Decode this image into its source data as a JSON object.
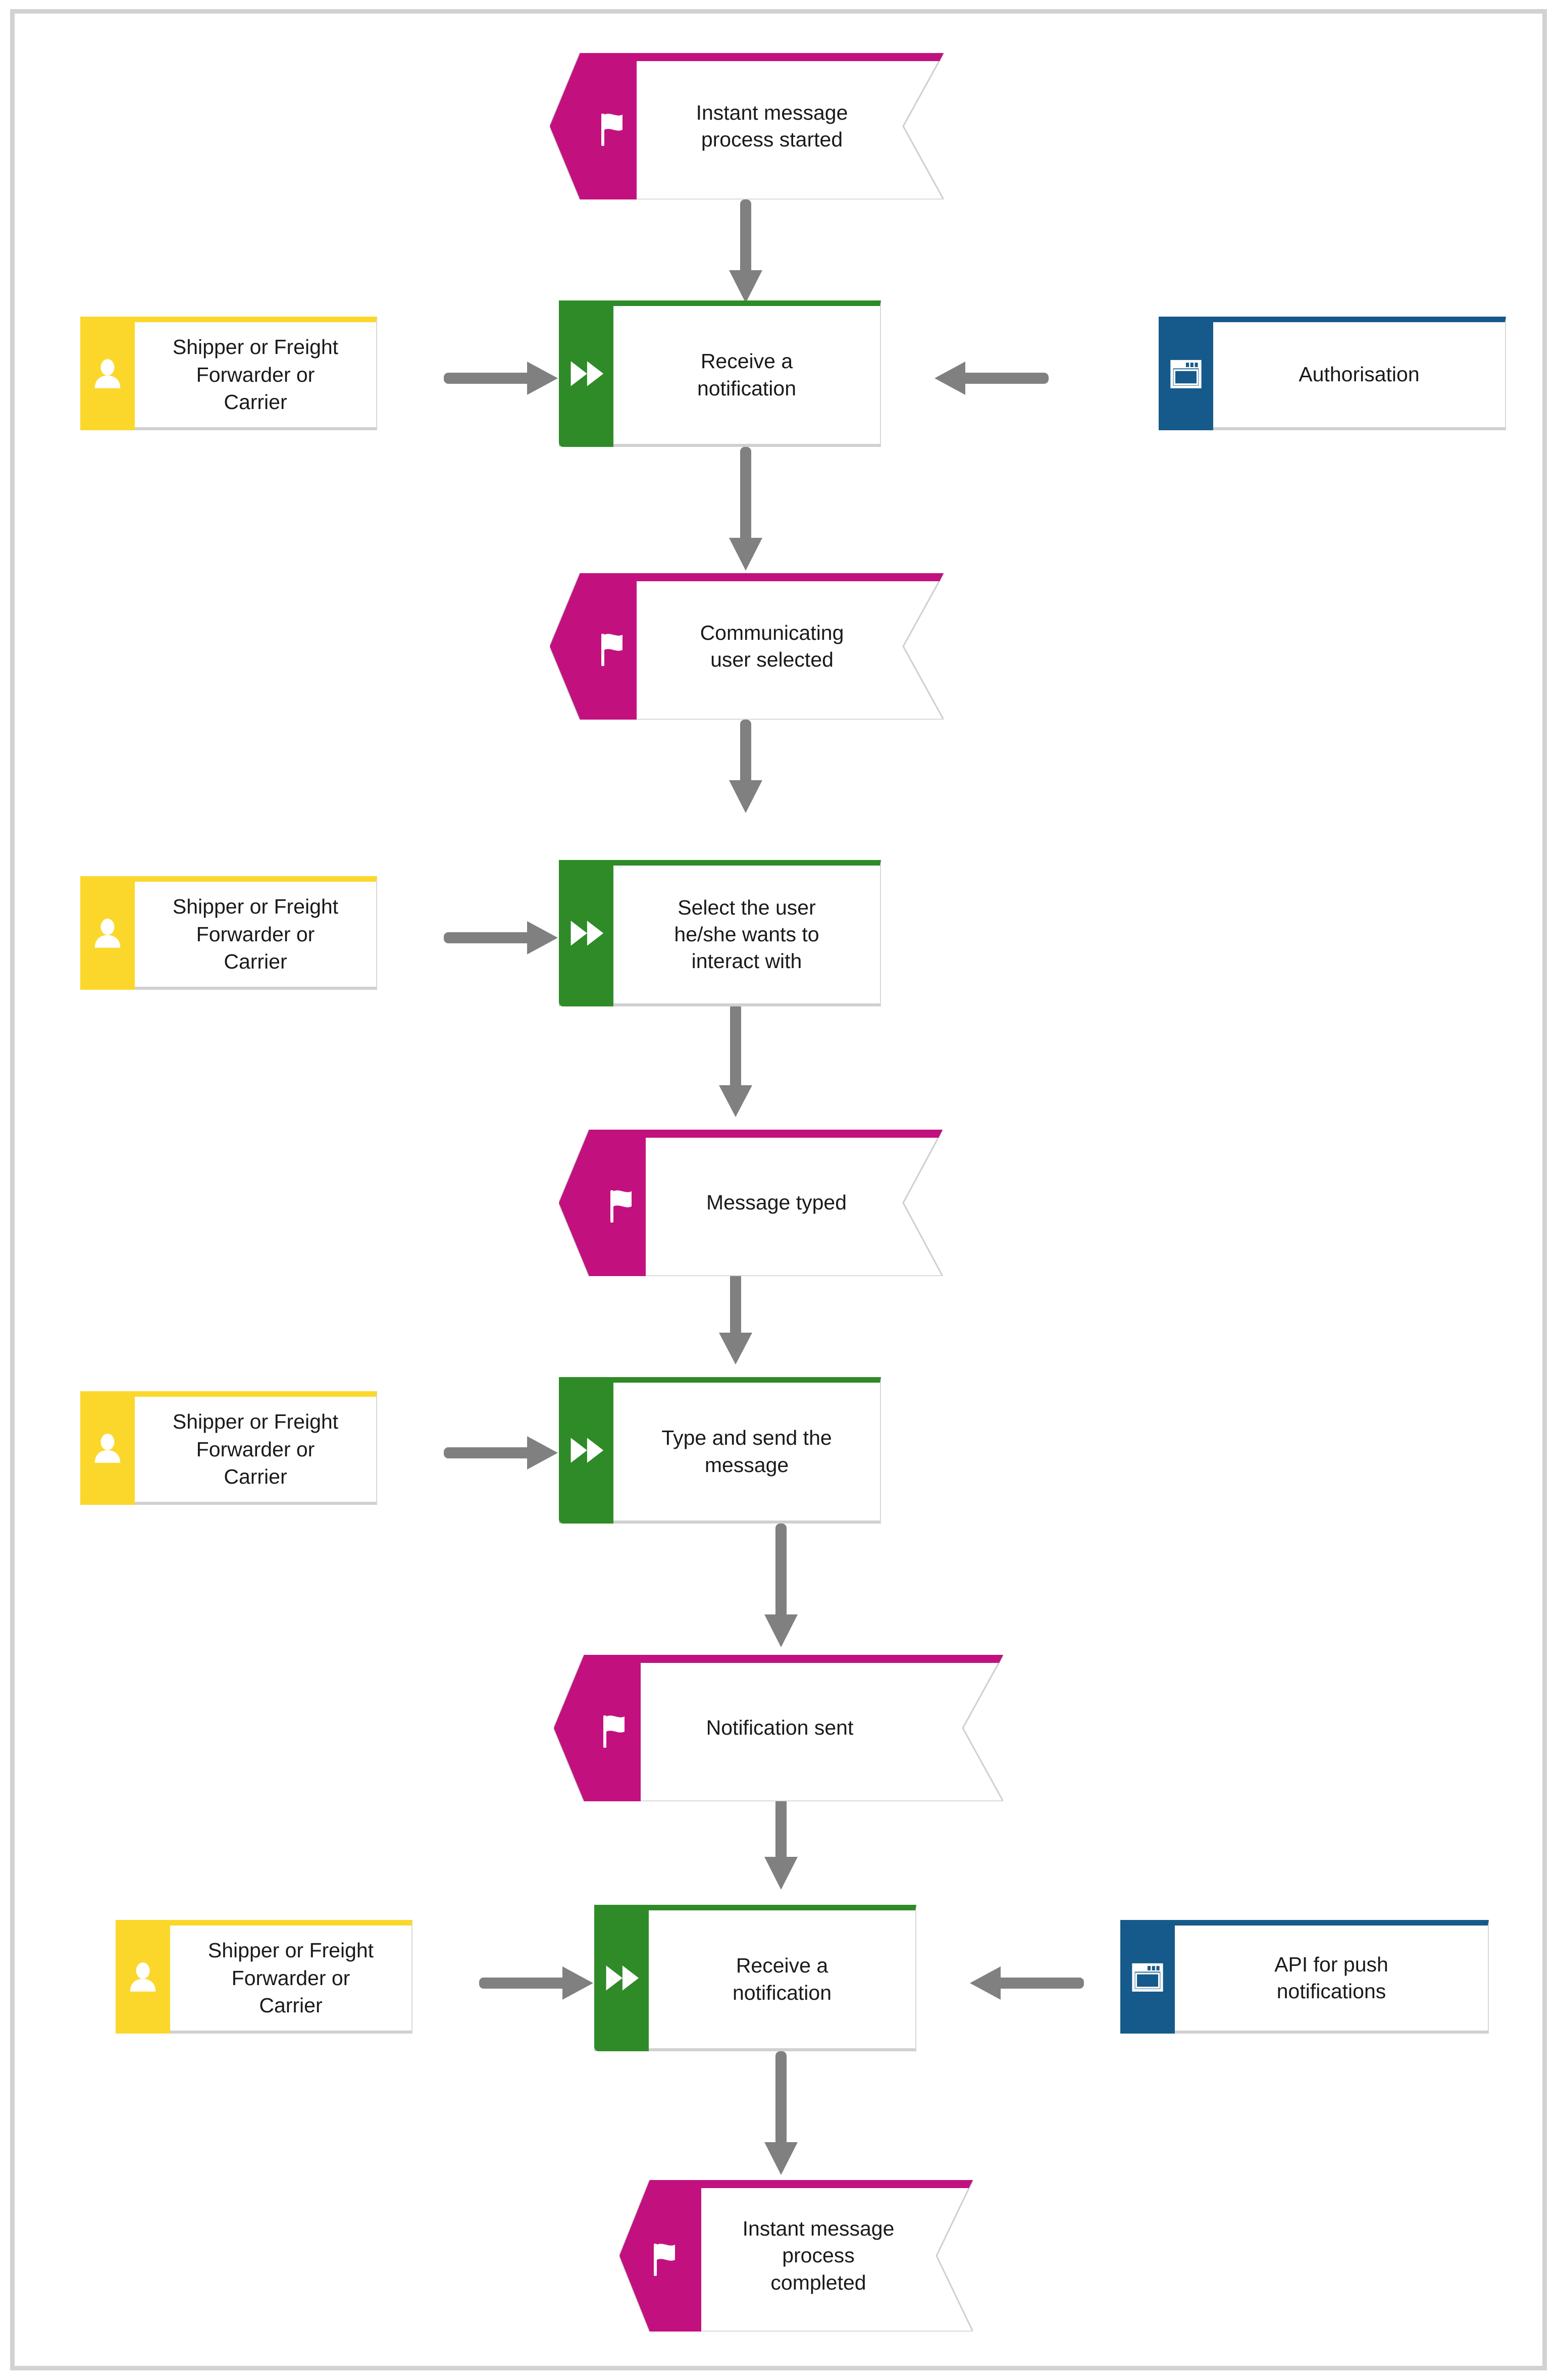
{
  "diagram": {
    "title": "Instant message process",
    "type": "bpmn-style process flow",
    "colors": {
      "event": "#c2117f",
      "activity": "#2e8b28",
      "role": "#fbd72b",
      "system": "#155a8a",
      "connector": "#808080",
      "frame": "#d2d2d2",
      "canvas": "#ffffff",
      "text": "#1a1a1a"
    }
  },
  "nodes": {
    "event_start": {
      "label": "Instant message\nprocess started",
      "kind": "event",
      "icon": "flag-icon"
    },
    "activity_receive_1": {
      "label": "Receive a\nnotification",
      "kind": "activity",
      "icon": "double-chevron-icon"
    },
    "role_1": {
      "label": "Shipper or Freight\nForwarder or\nCarrier",
      "kind": "role",
      "icon": "user-icon"
    },
    "system_authorisation": {
      "label": "Authorisation",
      "kind": "system",
      "icon": "application-window-icon"
    },
    "event_user_selected": {
      "label": "Communicating\nuser selected",
      "kind": "event",
      "icon": "flag-icon"
    },
    "activity_select_user": {
      "label": "Select the user\nhe/she wants to\ninteract with",
      "kind": "activity",
      "icon": "double-chevron-icon"
    },
    "role_2": {
      "label": "Shipper or Freight\nForwarder or\nCarrier",
      "kind": "role",
      "icon": "user-icon"
    },
    "event_message_typed": {
      "label": "Message typed",
      "kind": "event",
      "icon": "flag-icon"
    },
    "activity_type_send": {
      "label": "Type and send the\nmessage",
      "kind": "activity",
      "icon": "double-chevron-icon"
    },
    "role_3": {
      "label": "Shipper or Freight\nForwarder or\nCarrier",
      "kind": "role",
      "icon": "user-icon"
    },
    "event_notification_sent": {
      "label": "Notification sent",
      "kind": "event",
      "icon": "flag-icon"
    },
    "activity_receive_2": {
      "label": "Receive a\nnotification",
      "kind": "activity",
      "icon": "double-chevron-icon"
    },
    "role_4": {
      "label": "Shipper or Freight\nForwarder or\nCarrier",
      "kind": "role",
      "icon": "user-icon"
    },
    "system_api_push": {
      "label": "API for push\nnotifications",
      "kind": "system",
      "icon": "application-window-icon"
    },
    "event_end": {
      "label": "Instant message\nprocess\ncompleted",
      "kind": "event",
      "icon": "flag-icon"
    }
  },
  "connectors": [
    {
      "id": "c1",
      "from": "event_start",
      "to": "activity_receive_1",
      "direction": "down"
    },
    {
      "id": "c2",
      "from": "role_1",
      "to": "activity_receive_1",
      "direction": "right"
    },
    {
      "id": "c3",
      "from": "system_authorisation",
      "to": "activity_receive_1",
      "direction": "left"
    },
    {
      "id": "c4",
      "from": "activity_receive_1",
      "to": "event_user_selected",
      "direction": "down"
    },
    {
      "id": "c5",
      "from": "event_user_selected",
      "to": "activity_select_user",
      "direction": "down"
    },
    {
      "id": "c6",
      "from": "role_2",
      "to": "activity_select_user",
      "direction": "right"
    },
    {
      "id": "c7",
      "from": "activity_select_user",
      "to": "event_message_typed",
      "direction": "down"
    },
    {
      "id": "c8",
      "from": "event_message_typed",
      "to": "activity_type_send",
      "direction": "down"
    },
    {
      "id": "c9",
      "from": "role_3",
      "to": "activity_type_send",
      "direction": "right"
    },
    {
      "id": "c10",
      "from": "activity_type_send",
      "to": "event_notification_sent",
      "direction": "down"
    },
    {
      "id": "c11",
      "from": "event_notification_sent",
      "to": "activity_receive_2",
      "direction": "down"
    },
    {
      "id": "c12",
      "from": "role_4",
      "to": "activity_receive_2",
      "direction": "right"
    },
    {
      "id": "c13",
      "from": "system_api_push",
      "to": "activity_receive_2",
      "direction": "left"
    },
    {
      "id": "c14",
      "from": "activity_receive_2",
      "to": "event_end",
      "direction": "down"
    }
  ]
}
